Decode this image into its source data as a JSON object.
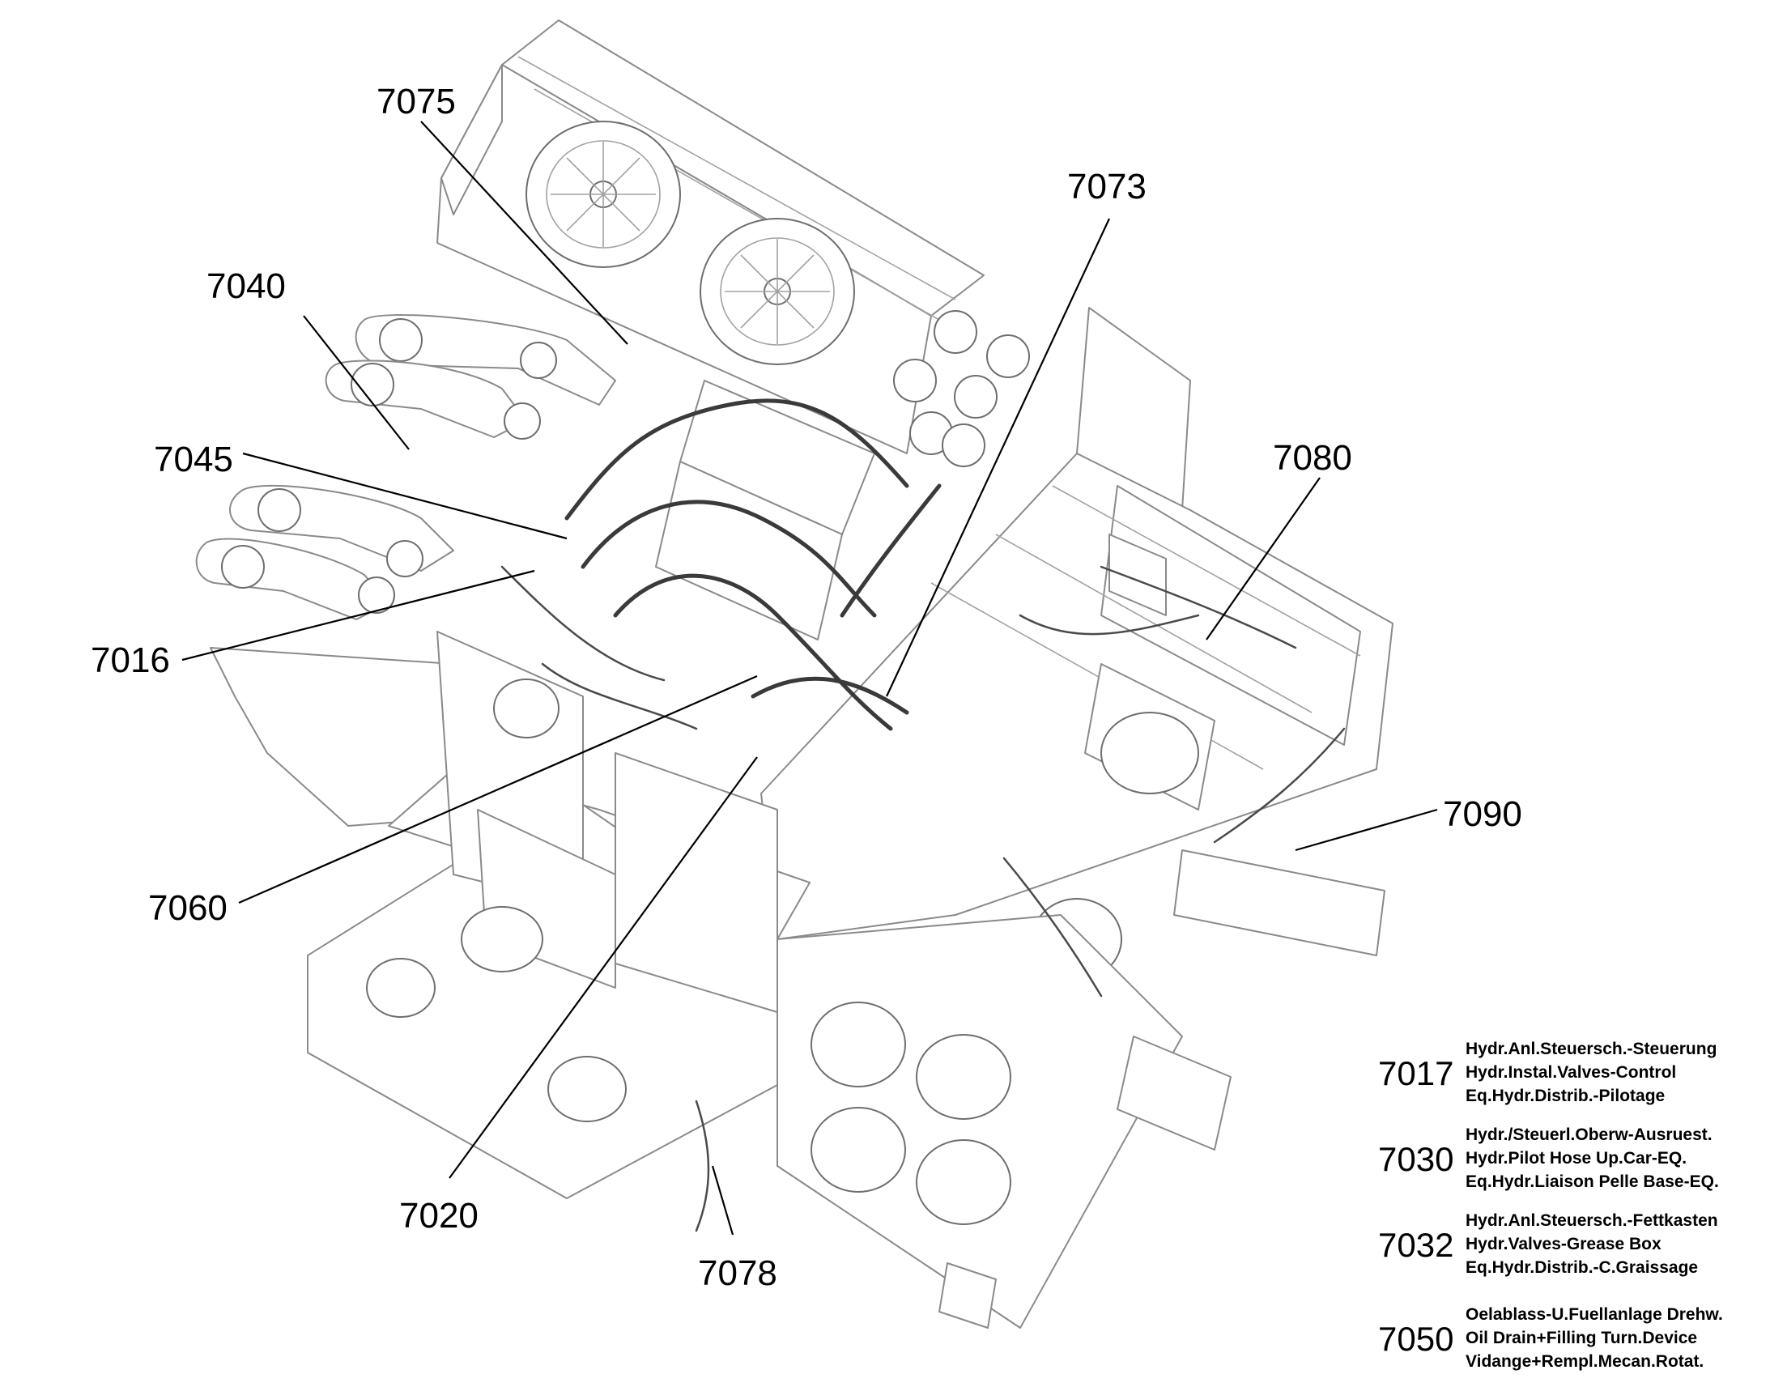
{
  "callouts": {
    "c7075": "7075",
    "c7073": "7073",
    "c7040": "7040",
    "c7045": "7045",
    "c7080": "7080",
    "c7016": "7016",
    "c7090": "7090",
    "c7060": "7060",
    "c7020": "7020",
    "c7078": "7078"
  },
  "legend": [
    {
      "code": "7017",
      "lines": [
        "Hydr.Anl.Steuersch.-Steuerung",
        "Hydr.Instal.Valves-Control",
        "Eq.Hydr.Distrib.-Pilotage"
      ]
    },
    {
      "code": "7030",
      "lines": [
        "Hydr./Steuerl.Oberw-Ausruest.",
        "Hydr.Pilot Hose Up.Car-EQ.",
        "Eq.Hydr.Liaison Pelle Base-EQ."
      ]
    },
    {
      "code": "7032",
      "lines": [
        "Hydr.Anl.Steuersch.-Fettkasten",
        "Hydr.Valves-Grease Box",
        "Eq.Hydr.Distrib.-C.Graissage"
      ]
    },
    {
      "code": "7050",
      "lines": [
        "Oelablass-U.Fuellanlage Drehw.",
        "Oil Drain+Filling Turn.Device",
        "Vidange+Rempl.Mecan.Rotat."
      ]
    }
  ]
}
